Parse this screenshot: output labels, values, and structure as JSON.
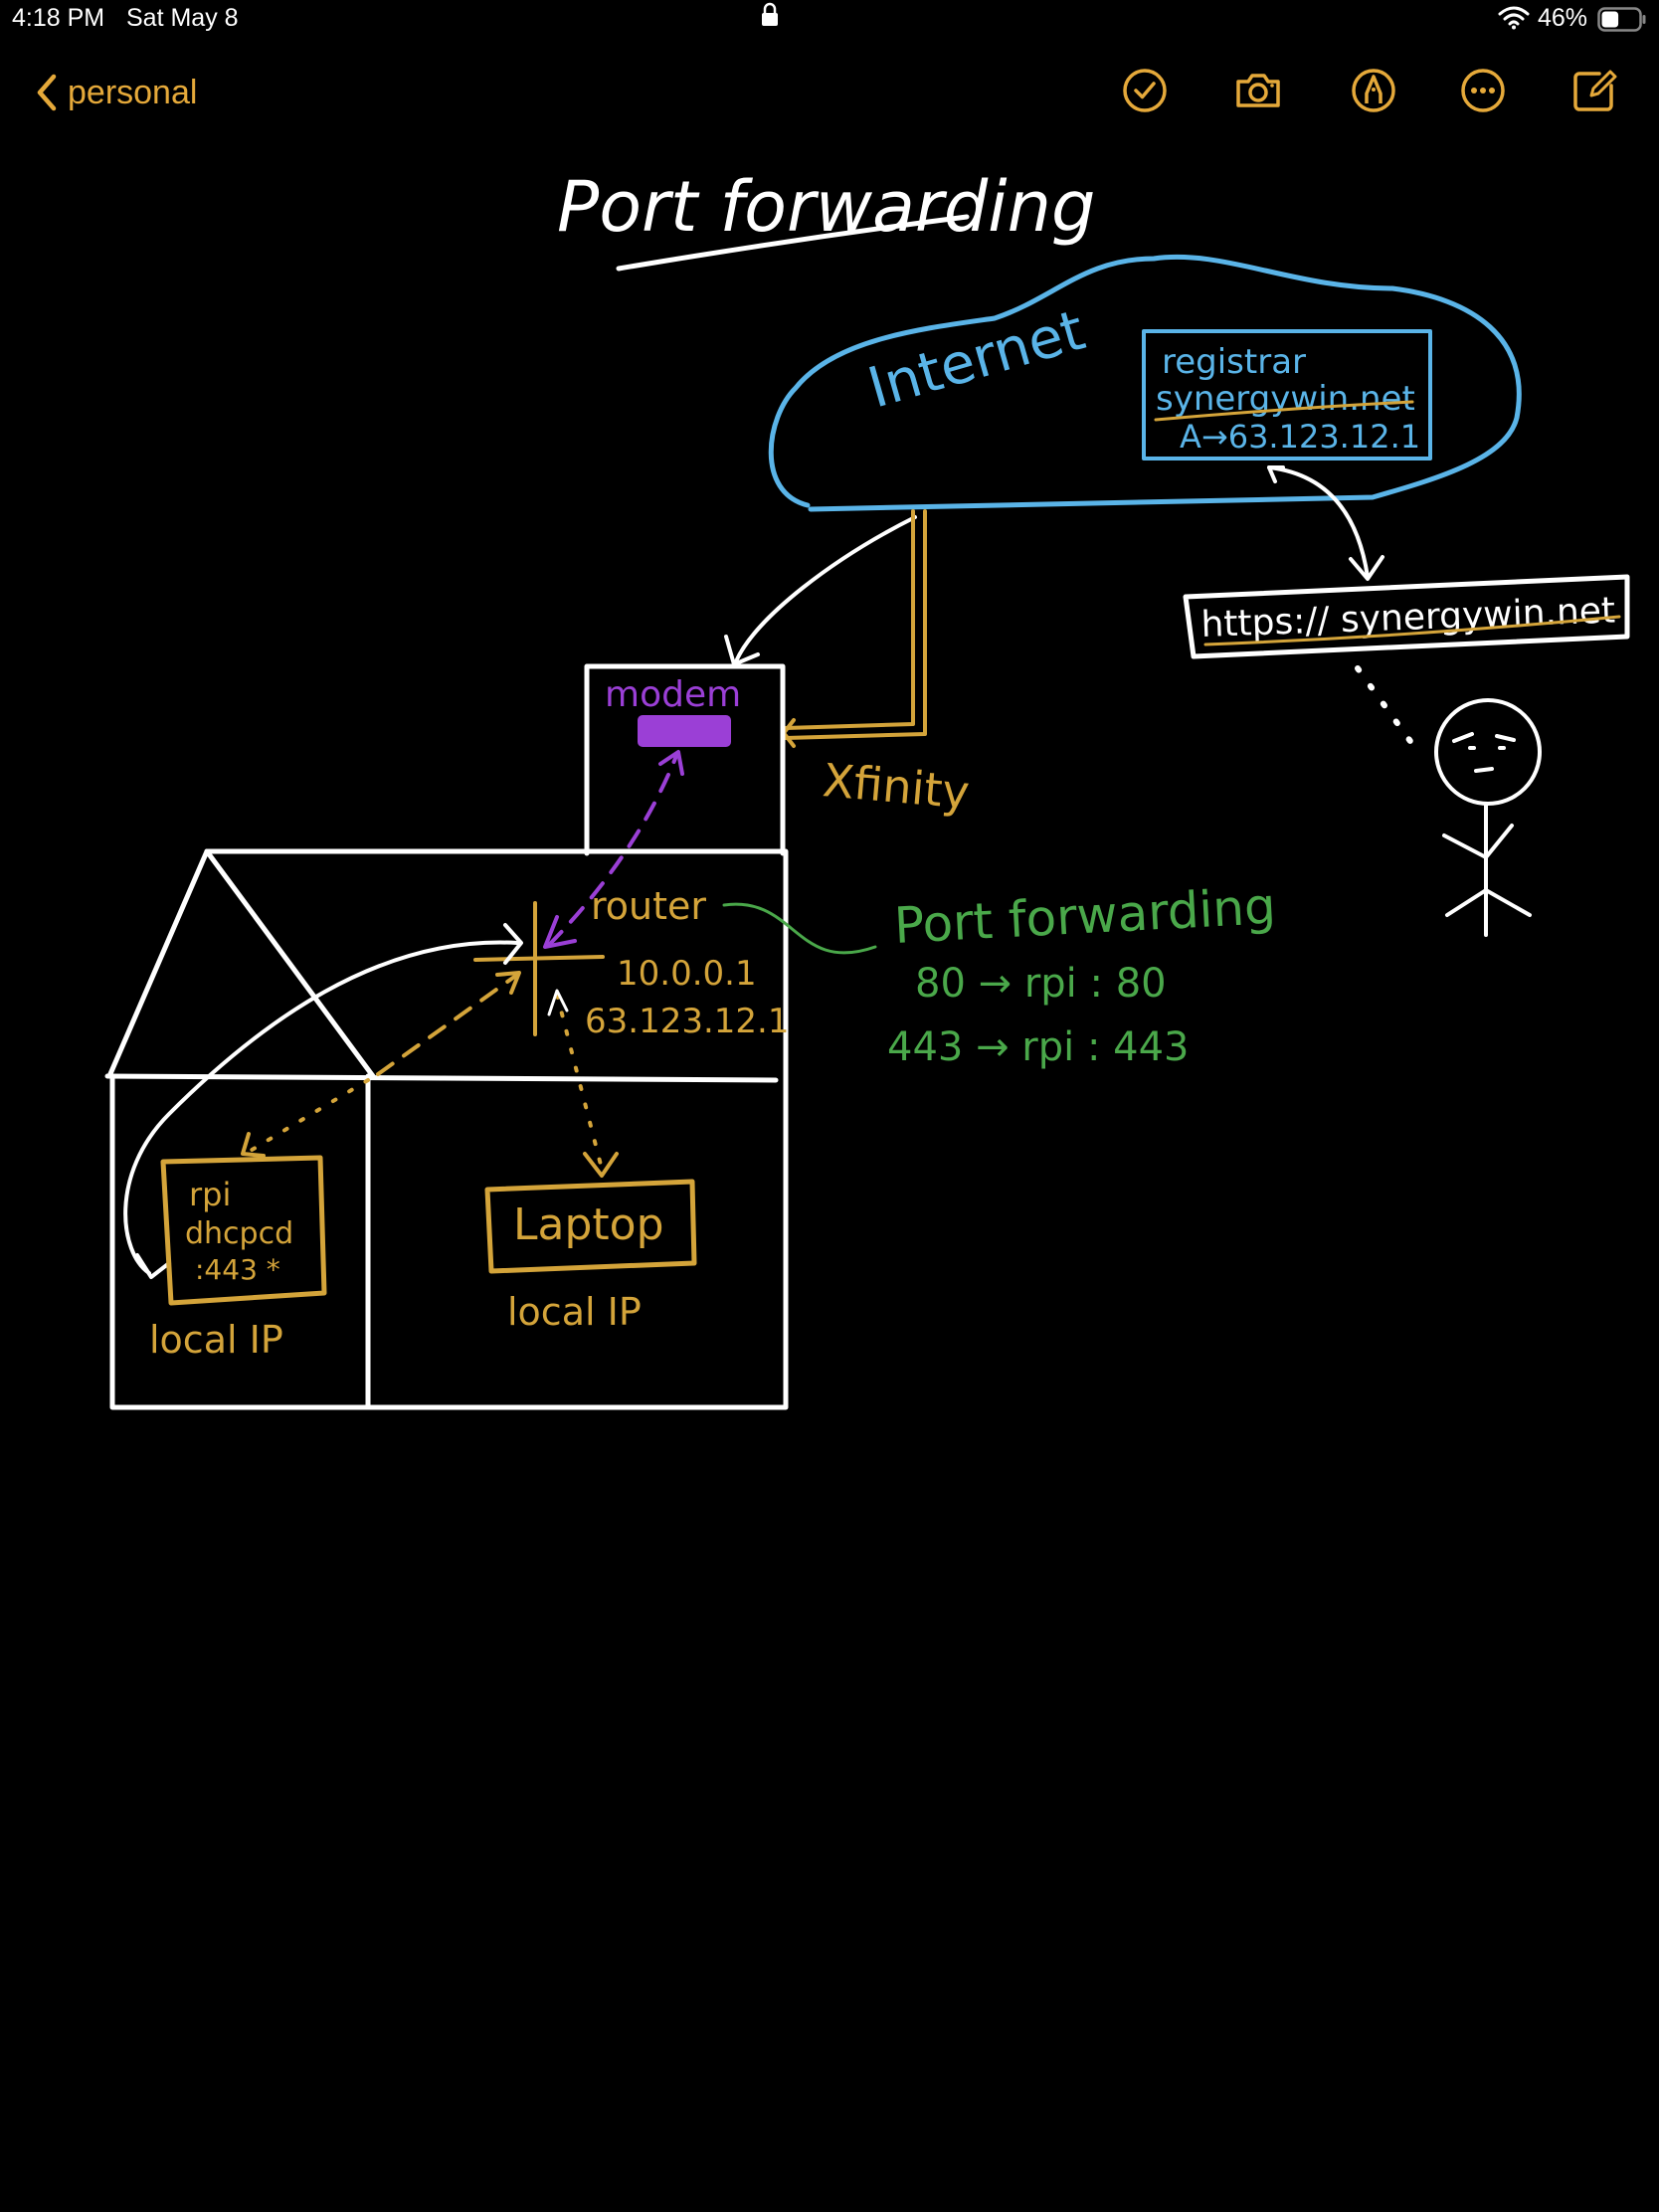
{
  "status_bar": {
    "time": "4:18 PM",
    "date": "Sat May 8",
    "battery_percent": "46%",
    "battery_level": 0.46
  },
  "toolbar": {
    "back_label": "personal",
    "tools": [
      {
        "name": "checklist-icon"
      },
      {
        "name": "camera-icon"
      },
      {
        "name": "markup-pen-icon"
      },
      {
        "name": "more-options-icon"
      },
      {
        "name": "compose-icon"
      }
    ]
  },
  "colors": {
    "accent": "#e5a93a",
    "ink_white": "#ffffff",
    "ink_blue": "#5ab4e8",
    "ink_gold": "#d4a43a",
    "ink_purple": "#9b3fd6",
    "ink_green": "#4aa84a"
  },
  "note": {
    "title": "Port forwarding",
    "internet_label": "Internet",
    "registrar": {
      "label": "registrar",
      "domain": "synergywin.net",
      "record": "A→63.123.12.1"
    },
    "url_bar_text": "https:// synergywin.net",
    "modem_label": "modem",
    "isp_label": "Xfinity",
    "router": {
      "label": "router",
      "local_ip": "10.0.0.1",
      "public_ip": "63.123.12.1"
    },
    "port_forwarding": {
      "heading": "Port forwarding",
      "rules": [
        "80 → rpi : 80",
        "443 → rpi : 443"
      ]
    },
    "rpi_box": {
      "lines": [
        "rpi",
        "dhcpcd",
        ":443 *"
      ],
      "caption": "local IP"
    },
    "laptop_box": {
      "label": "Laptop",
      "caption": "local IP"
    }
  }
}
